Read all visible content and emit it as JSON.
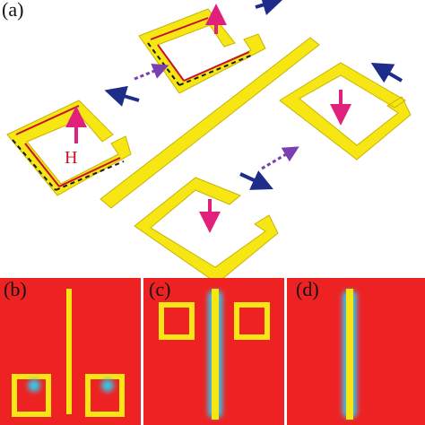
{
  "panels": {
    "a": {
      "label": "(a)",
      "field_label": "H"
    },
    "b": {
      "label": "(b)"
    },
    "c": {
      "label": "(c)"
    },
    "d": {
      "label": "(d)"
    }
  },
  "colors": {
    "metal": "#f5e614",
    "metal_edge": "#c9b400",
    "current_arrow": "#c8102e",
    "field_arrow": "#e0207a",
    "coupling_arrow": "#1f2d8a",
    "dashed_arrow": "#7a3fb0",
    "map_background": "#ee2222",
    "map_glow": "#39c5e8"
  }
}
